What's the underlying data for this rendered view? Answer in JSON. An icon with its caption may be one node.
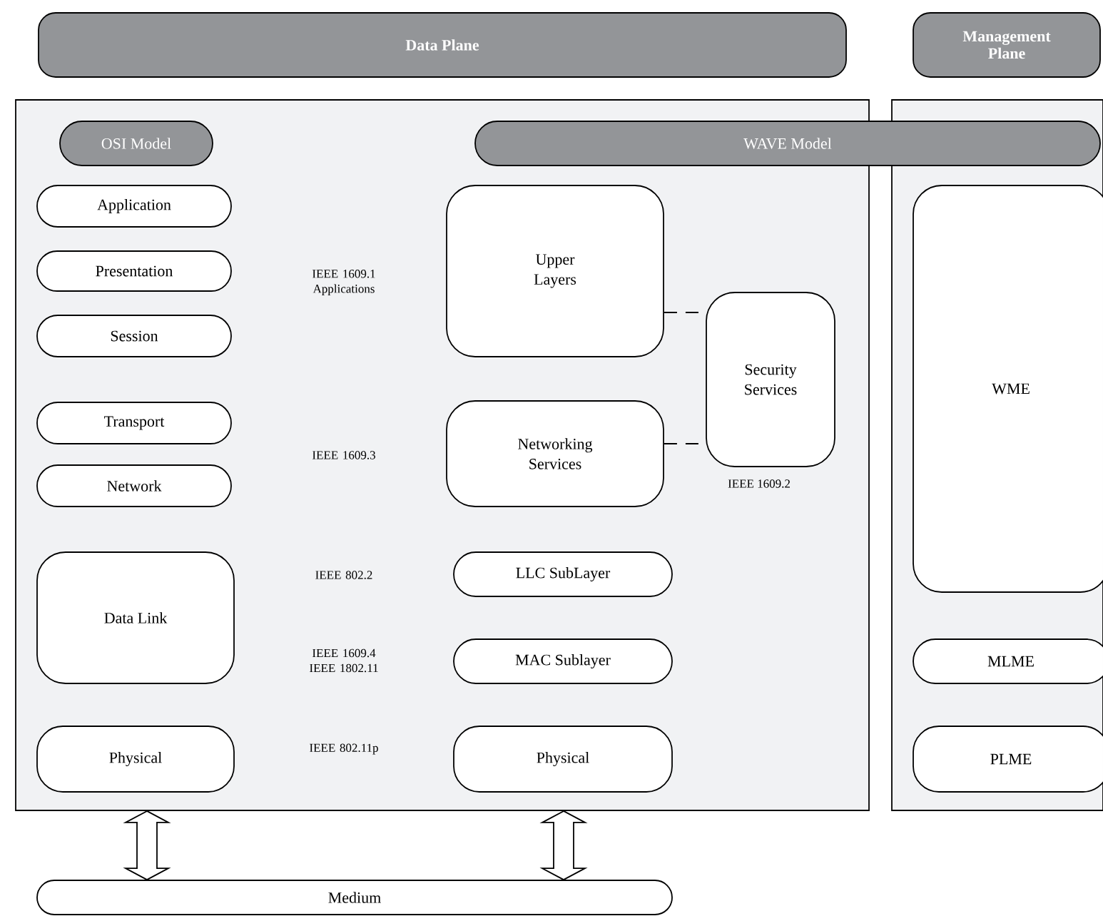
{
  "diagram": {
    "nodes": [
      {
        "text": [
          "Data Plane"
        ]
      },
      {
        "text": [
          "Management Plane"
        ]
      },
      {
        "text": [],
        "shape": "box"
      },
      {
        "text": [],
        "shape": "box"
      },
      {
        "text": [
          "OSI Model"
        ],
        "in": 2
      },
      {
        "text": [
          "WAVE Model"
        ]
      },
      {
        "text": [
          "Application"
        ],
        "in": 2
      },
      {
        "text": [
          "Presentation"
        ],
        "in": 2
      },
      {
        "text": [
          "Session"
        ],
        "in": 2
      },
      {
        "text": [
          "Transport"
        ],
        "in": 2
      },
      {
        "text": [
          "Network"
        ],
        "in": 2
      },
      {
        "text": [
          "Data Link"
        ],
        "in": 2
      },
      {
        "text": [
          "Physical"
        ],
        "in": 2
      },
      {
        "text": [
          "Upper Layers"
        ],
        "in": 2
      },
      {
        "text": [
          "Networking Services"
        ],
        "in": 2
      },
      {
        "text": [
          "Security Services"
        ],
        "in": 2,
        "beside": [
          "IEEE 1609.2"
        ]
      },
      {
        "text": [
          "LLC SubLayer"
        ],
        "in": 2
      },
      {
        "text": [
          "MAC Sublayer"
        ],
        "in": 2
      },
      {
        "text": [
          "Physical"
        ],
        "in": 2
      },
      {
        "text": [
          "WME"
        ],
        "in": 3
      },
      {
        "text": [
          "MLME"
        ],
        "in": 3
      },
      {
        "text": [
          "PLME"
        ],
        "in": 3
      },
      {
        "text": [
          "Medium"
        ]
      }
    ],
    "edges": [
      {
        "from": 13,
        "to": 15,
        "arrow": "none",
        "style": "dashed"
      },
      {
        "from": 14,
        "to": 15,
        "arrow": "none",
        "style": "dashed"
      },
      {
        "from": 2,
        "to": 22,
        "arrow": "both",
        "style": "thick"
      },
      {
        "from": 2,
        "to": 22,
        "arrow": "both",
        "style": "thick"
      }
    ],
    "labels": [
      "IEEE 1609.1 Applications",
      "IEEE 1609.3",
      "IEEE 802.2",
      "IEEE 1609.4 IEEE 1802.11",
      "IEEE 802.11p"
    ]
  }
}
